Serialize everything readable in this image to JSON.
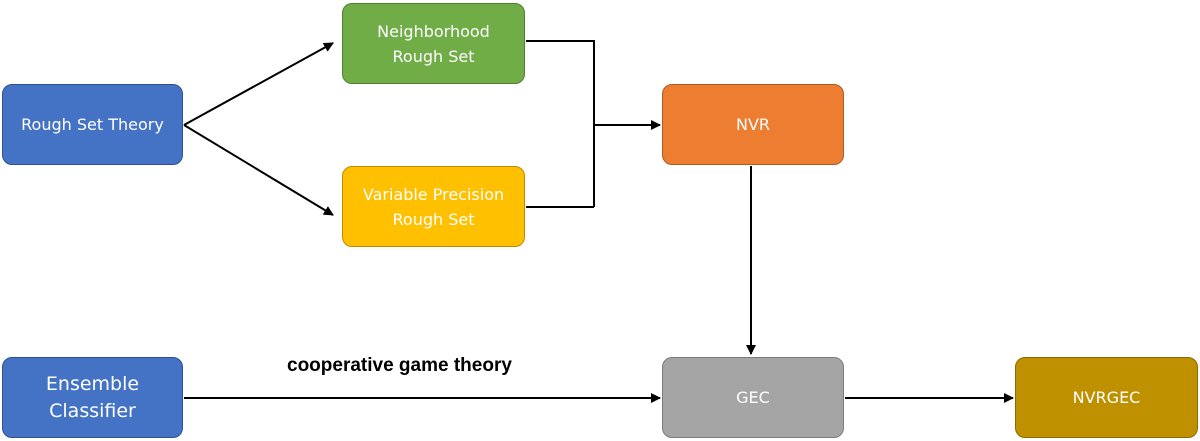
{
  "nodes": {
    "rough_set_theory": [
      "Rough Set Theory"
    ],
    "neighborhood_rough_set": [
      "Neighborhood",
      "Rough Set"
    ],
    "variable_precision_rough_set": [
      "Variable Precision",
      "Rough Set"
    ],
    "nvr": [
      "NVR"
    ],
    "ensemble_classifier": [
      "Ensemble",
      "Classifier"
    ],
    "gec": [
      "GEC"
    ],
    "nvrgec": [
      "NVRGEC"
    ]
  },
  "edge_labels": {
    "ensemble_to_gec": "cooperative game theory"
  },
  "colors": {
    "blue": "#4472c4",
    "green": "#70ad47",
    "yellow": "#ffc000",
    "orange": "#ed7d31",
    "gray": "#a5a5a5",
    "gold": "#bf9000"
  }
}
